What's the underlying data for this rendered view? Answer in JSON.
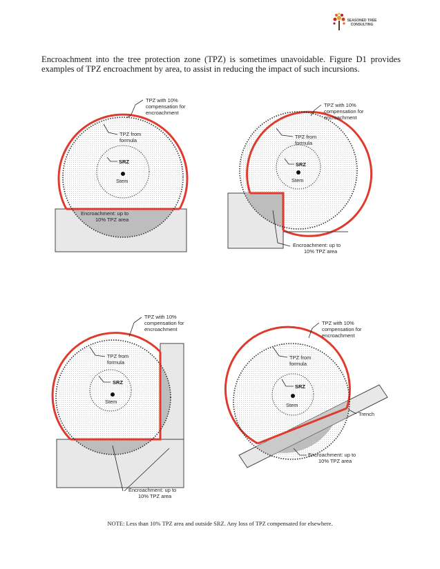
{
  "logo": {
    "line1": "SEASONED TREE",
    "line2": "CONSULTING"
  },
  "intro": "Encroachment into the tree protection zone (TPZ) is sometimes unavoidable. Figure D1 provides examples of TPZ encroachment by area, to assist in reducing the impact of such incursions.",
  "labels": {
    "tpz_comp": [
      "TPZ with 10%",
      "compensation for",
      "encroachment"
    ],
    "tpz_formula": [
      "TPZ from",
      "formula"
    ],
    "srz": "SRZ",
    "stem": "Stem",
    "encroach": [
      "Encroachment: up to",
      "10% TPZ area"
    ],
    "trench": "Trench"
  },
  "note": "NOTE:  Less than 10% TPZ area and outside SRZ. Any loss of TPZ compensated for elsewhere."
}
